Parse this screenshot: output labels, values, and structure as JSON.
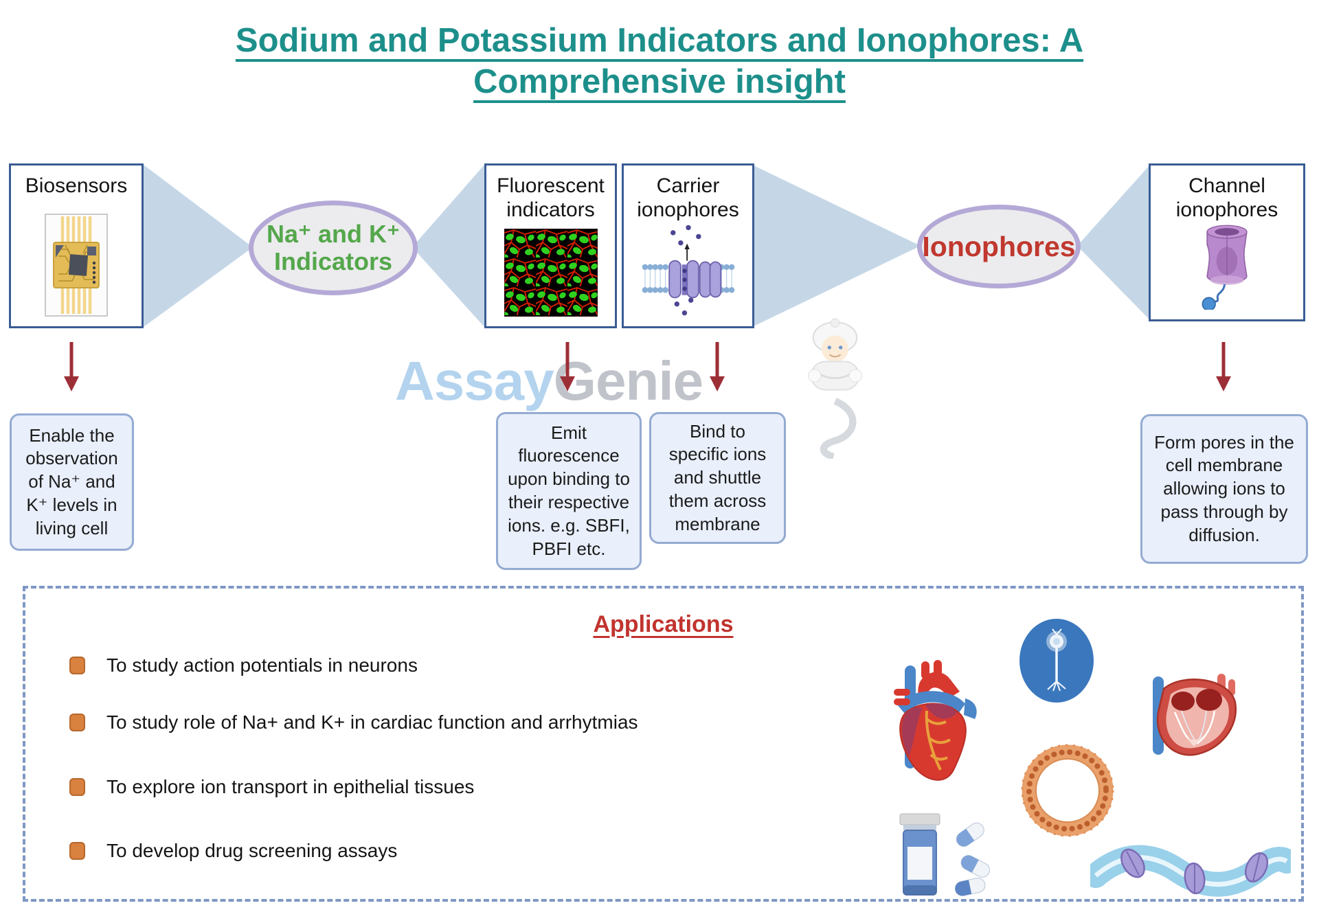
{
  "title": "Sodium and Potassium Indicators and Ionophores: A Comprehensive insight",
  "nodes": {
    "biosensors": {
      "label": "Biosensors",
      "description": "Enable the observation of Na⁺ and K⁺ levels in living cell"
    },
    "fluorescent": {
      "label": "Fluorescent indicators",
      "description": "Emit fluorescence upon binding to their respective ions. e.g. SBFI, PBFI etc."
    },
    "carrier": {
      "label": "Carrier ionophores",
      "description": "Bind to specific ions and shuttle them across membrane"
    },
    "channel": {
      "label": "Channel ionophores",
      "description": "Form pores in the cell membrane allowing ions to pass through by diffusion."
    }
  },
  "hubs": {
    "indicators": {
      "line1": "Na⁺ and  K⁺",
      "line2": "Indicators"
    },
    "ionophores": {
      "label": "Ionophores"
    }
  },
  "applications": {
    "title": "Applications",
    "items": [
      "To study action potentials in neurons",
      "To study role of Na+ and K+ in cardiac function and arrhytmias",
      "To explore ion transport in epithelial tissues",
      "To develop drug screening assays"
    ]
  },
  "watermark": {
    "part1": "Assay",
    "part2": "Genie"
  },
  "colors": {
    "title_teal": "#1d8f8b",
    "hub_green": "#54a74b",
    "hub_red": "#c0382e",
    "arrow_red": "#9c2f36",
    "bullet_orange": "#d9813f",
    "connector_blue": "#c5d7e7",
    "box_border_blue": "#3a5c94",
    "desc_fill": "#e9effb"
  }
}
